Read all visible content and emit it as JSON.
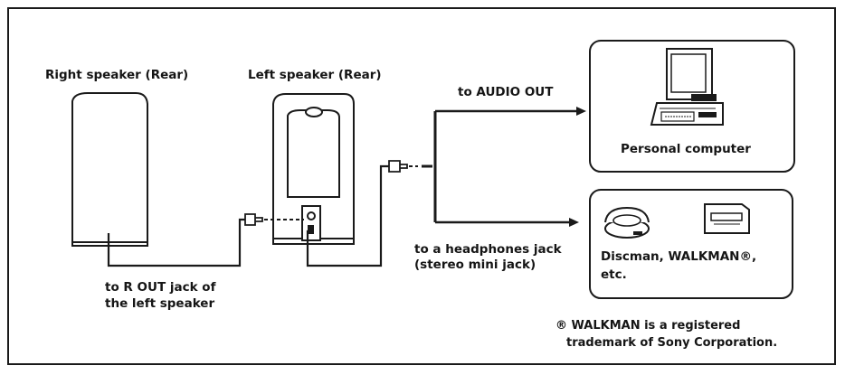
{
  "labels": {
    "right_speaker": "Right speaker (Rear)",
    "left_speaker": "Left speaker (Rear)",
    "audio_out": "to AUDIO OUT",
    "personal_computer": "Personal computer",
    "headphones_line1": "to a headphones jack",
    "headphones_line2": "(stereo mini jack)",
    "discman_line1": "Discman, WALKMAN®,",
    "discman_line2": "etc.",
    "r_out_line1": "to R OUT jack of",
    "r_out_line2": "the left speaker",
    "trademark_line1": "® WALKMAN is a registered",
    "trademark_line2": "trademark of Sony Corporation."
  }
}
